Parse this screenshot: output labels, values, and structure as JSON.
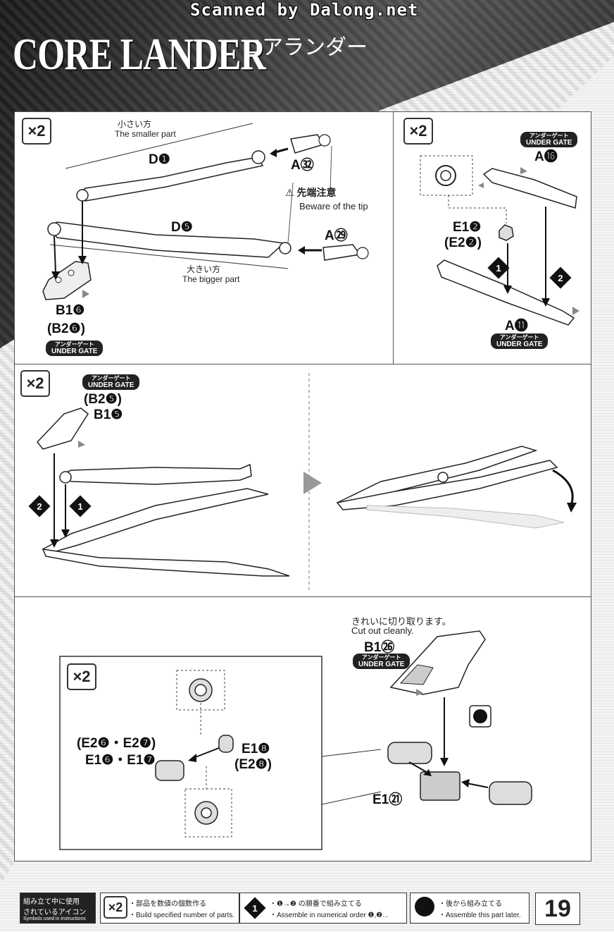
{
  "header": {
    "scan_credit": "Scanned by Dalong.net",
    "title": "CORE LANDER",
    "title_jp": "コアランダー"
  },
  "panel1": {
    "multiplier": "×2",
    "smaller_jp": "小さい方",
    "smaller_en": "The smaller part",
    "bigger_jp": "大きい方",
    "bigger_en": "The bigger part",
    "part_d1": "D❶",
    "part_d5": "D❺",
    "part_a32": "A㉜",
    "part_a29": "A㉙",
    "warning_jp": "⚠ 先端注意",
    "warning_en": "Beware of the tip",
    "part_b16": "B1❻",
    "part_b26": "(B2❻)",
    "gate_jp": "アンダーゲート",
    "gate_en": "UNDER GATE"
  },
  "panel2": {
    "multiplier": "×2",
    "part_a16": "A⓰",
    "part_e12": "E1❷",
    "part_e22": "(E2❷)",
    "part_a11": "A⓫",
    "gate_jp": "アンダーゲート",
    "gate_en": "UNDER GATE",
    "step1": "1",
    "step2": "2"
  },
  "panel3": {
    "multiplier": "×2",
    "gate_jp": "アンダーゲート",
    "gate_en": "UNDER GATE",
    "part_b25": "(B2❺)",
    "part_b15": "B1❺",
    "step1": "1",
    "step2": "2"
  },
  "panel4": {
    "multiplier": "×2",
    "cut_jp": "きれいに切り取ります。",
    "cut_en": "Cut out cleanly.",
    "part_b126": "B1㉖",
    "gate_jp": "アンダーゲート",
    "gate_en": "UNDER GATE",
    "part_e2_67": "(E2❻・E2❼)",
    "part_e1_67": "E1❻・E1❼",
    "part_e18": "E1❽",
    "part_e28": "(E2❽)",
    "part_e121": "E1㉑"
  },
  "footer": {
    "icons_jp1": "組み立て中に使用",
    "icons_jp2": "されているアイコン",
    "icons_en": "Symbols used in instructions",
    "x2_label": "×2",
    "x2_jp": "・部品を数値の個数作る",
    "x2_en": "・Build specified number of parts.",
    "order_jp": "・❶→❷ の順番で組み立てる",
    "order_en": "・Assemble in numerical order ❶,❷...",
    "later_jp": "・後から組み立てる",
    "later_en": "・Assemble this part later.",
    "page_number": "19"
  }
}
